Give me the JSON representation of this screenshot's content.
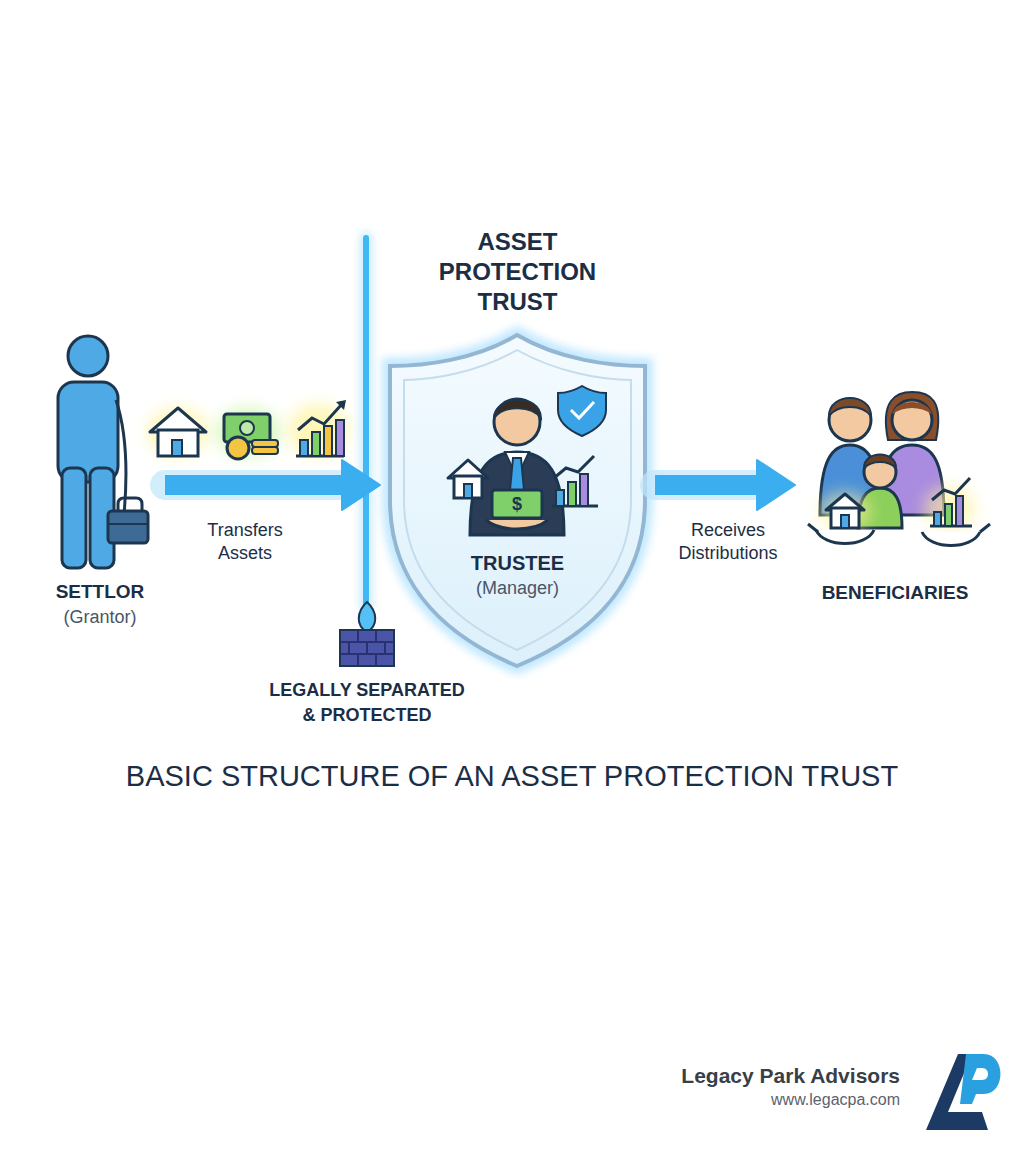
{
  "diagram": {
    "title": "BASIC STRUCTURE OF AN ASSET PROTECTION TRUST",
    "nodes": [
      {
        "text": [
          "SETTLOR",
          "(Grantor)"
        ]
      },
      {
        "text": [
          "ASSET PROTECTION TRUST",
          "TRUSTEE",
          "(Manager)"
        ]
      },
      {
        "text": [
          "BENEFICIARIES"
        ]
      }
    ],
    "edges": [
      {
        "from": 0,
        "to": 1,
        "label": "Transfers Assets",
        "arrow": "to"
      },
      {
        "from": 1,
        "to": 2,
        "label": "Receives Distributions",
        "arrow": "to"
      }
    ],
    "labels": [
      "LEGALLY SEPARATED & PROTECTED",
      "Legacy Park Advisors",
      "www.legacpa.com"
    ]
  }
}
